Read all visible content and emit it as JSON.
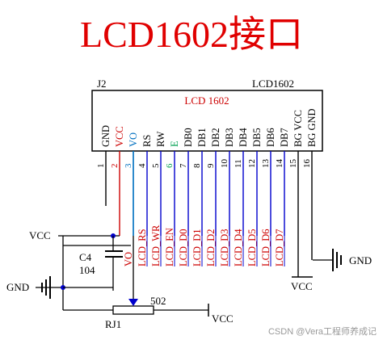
{
  "title": "LCD1602接口",
  "component": {
    "ref": "J2",
    "value": "LCD1602",
    "inner_label": "LCD  1602"
  },
  "pins": [
    {
      "num": "1",
      "name": "GND",
      "net": "",
      "color": "#000000"
    },
    {
      "num": "2",
      "name": "VCC",
      "net": "",
      "color": "#cc0000"
    },
    {
      "num": "3",
      "name": "VO",
      "net": "VO",
      "color": "#0070c0"
    },
    {
      "num": "4",
      "name": "RS",
      "net": "LCD_RS",
      "color": "#000000"
    },
    {
      "num": "5",
      "name": "RW",
      "net": "LCD_WR",
      "color": "#000000"
    },
    {
      "num": "6",
      "name": "E",
      "net": "LCD_EN",
      "color": "#00a050"
    },
    {
      "num": "7",
      "name": "DB0",
      "net": "LCD_D0",
      "color": "#000000"
    },
    {
      "num": "8",
      "name": "DB1",
      "net": "LCD_D1",
      "color": "#000000"
    },
    {
      "num": "9",
      "name": "DB2",
      "net": "LCD_D2",
      "color": "#000000"
    },
    {
      "num": "10",
      "name": "DB3",
      "net": "LCD_D3",
      "color": "#000000"
    },
    {
      "num": "11",
      "name": "DB4",
      "net": "LCD_D4",
      "color": "#000000"
    },
    {
      "num": "12",
      "name": "DB5",
      "net": "LCD_D5",
      "color": "#000000"
    },
    {
      "num": "13",
      "name": "DB6",
      "net": "LCD_D6",
      "color": "#000000"
    },
    {
      "num": "14",
      "name": "DB7",
      "net": "LCD_D7",
      "color": "#000000"
    },
    {
      "num": "15",
      "name": "BG VCC",
      "net": "",
      "color": "#000000"
    },
    {
      "num": "16",
      "name": "BG GND",
      "net": "",
      "color": "#000000"
    }
  ],
  "nets": {
    "vcc_left": "VCC",
    "gnd_left": "GND",
    "gnd_right": "GND",
    "vcc_bottom": "VCC",
    "vcc_rj1": "VCC"
  },
  "capacitor": {
    "ref": "C4",
    "value": "104"
  },
  "potentiometer": {
    "ref": "RJ1",
    "value": "502"
  },
  "watermark": "CSDN @Vera工程师养成记",
  "colors": {
    "title": "#e00000",
    "wire": "#000000",
    "net_label": "#cc0000",
    "bus_blue": "#0000cc",
    "pin_red": "#cc0000",
    "pin_blue": "#0070c0",
    "pin_green": "#00a050",
    "net_rect": "#0000cc"
  }
}
